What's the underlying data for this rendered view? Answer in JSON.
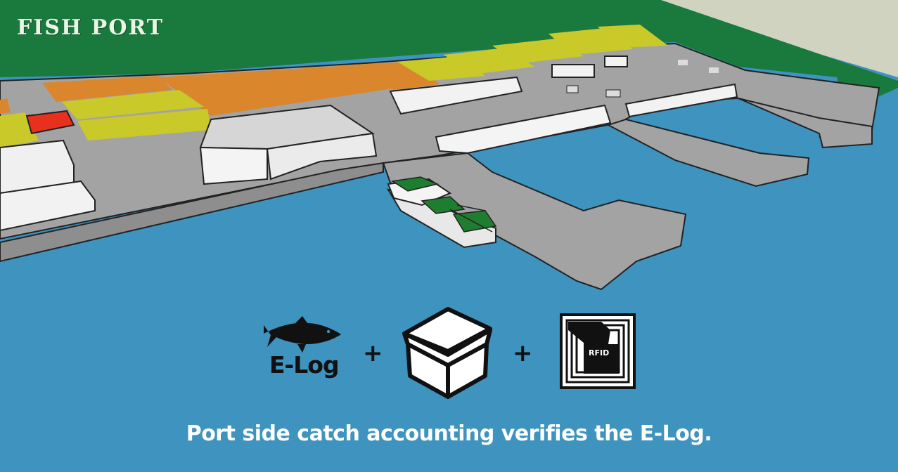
{
  "header": {
    "title": "FISH PORT"
  },
  "equation": {
    "elog_label": "E-Log",
    "plus_1": "+",
    "plus_2": "+",
    "rfid_label": "RFID"
  },
  "caption": "Port side catch accounting verifies the E-Log.",
  "colors": {
    "water": "#3e93bf",
    "land_green": "#1a7a3d",
    "pier_gray": "#a3a3a3",
    "field_orange": "#d9862c",
    "field_yellow": "#c9c92a",
    "building_white": "#f2f2f2",
    "container_red": "#e8301f"
  }
}
